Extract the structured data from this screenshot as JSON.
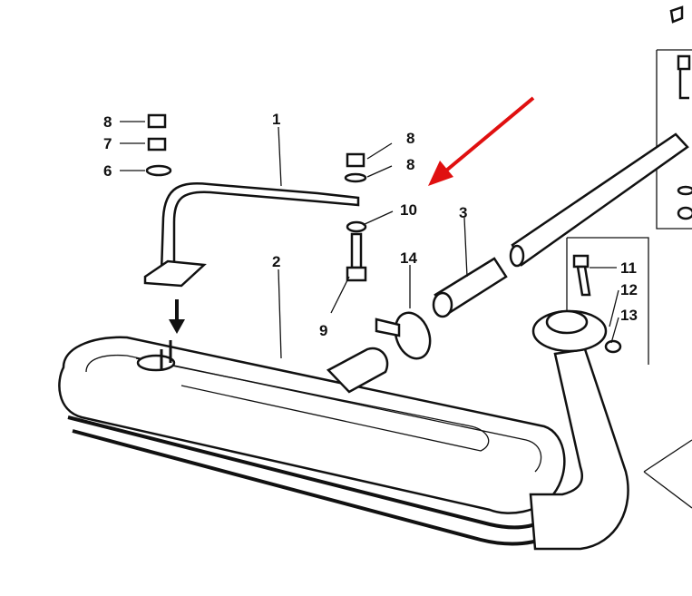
{
  "diagram": {
    "title": "Exhaust silencer exploded parts diagram",
    "labels": {
      "l8a": "8",
      "l7": "7",
      "l6": "6",
      "l1": "1",
      "l8b": "8",
      "l8c": "8",
      "l10": "10",
      "l9": "9",
      "l2": "2",
      "l3": "3",
      "l14": "14",
      "l11": "11",
      "l12": "12",
      "l13": "13"
    },
    "colors": {
      "highlight_arrow": "#e01010",
      "ink": "#111111"
    }
  }
}
